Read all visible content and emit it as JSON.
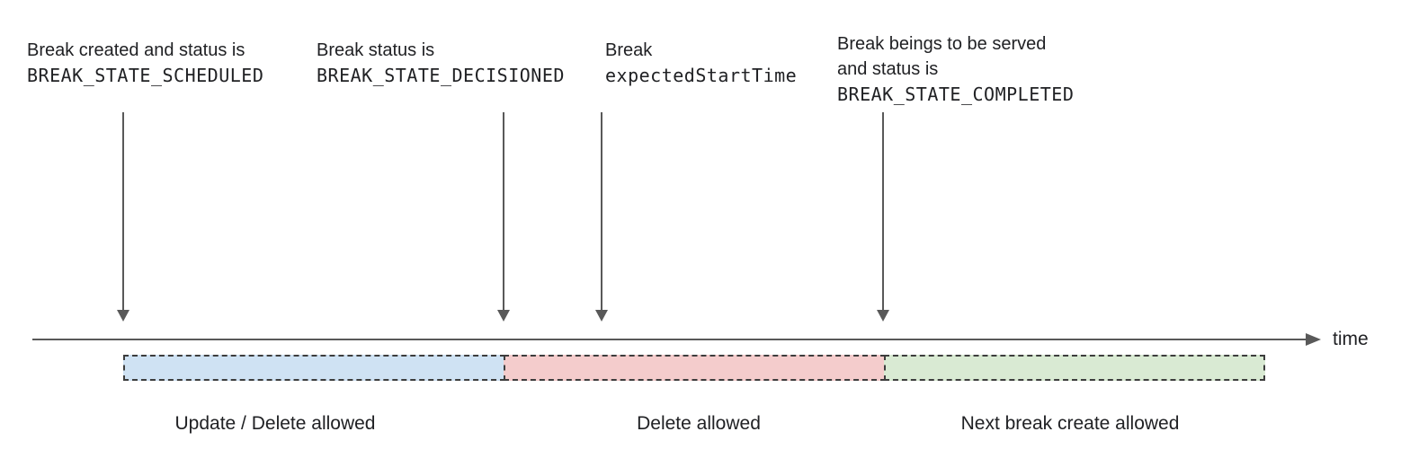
{
  "diagram": {
    "annotations": [
      {
        "line1": "Break created and status is",
        "line2": "BREAK_STATE_SCHEDULED"
      },
      {
        "line1": "Break status is",
        "line2": "BREAK_STATE_DECISIONED"
      },
      {
        "line1": "Break",
        "line2": "expectedStartTime"
      },
      {
        "line1": "Break beings to be served",
        "line2": "and status is",
        "line3": "BREAK_STATE_COMPLETED"
      }
    ],
    "axis": {
      "label": "time"
    },
    "segments": [
      {
        "label": "Update / Delete allowed",
        "color": "#cfe2f3"
      },
      {
        "label": "Delete allowed",
        "color": "#f4cccc"
      },
      {
        "label": "Next break create allowed",
        "color": "#d9ead3"
      }
    ],
    "colors": {
      "arrow_line": "#595959",
      "segment_border": "#3d3d3d",
      "text": "#202124"
    }
  }
}
